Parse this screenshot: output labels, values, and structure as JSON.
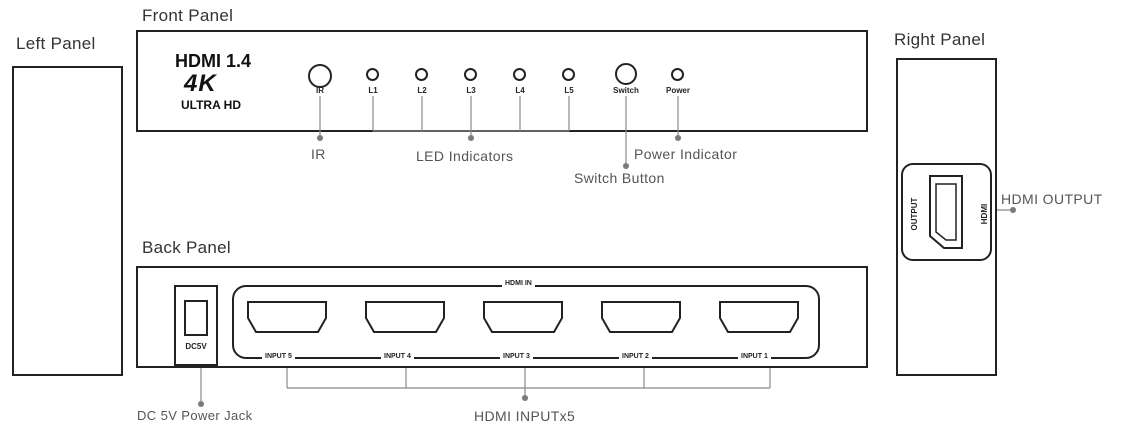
{
  "panels": {
    "left": "Left Panel",
    "front": "Front Panel",
    "back": "Back Panel",
    "right": "Right Panel"
  },
  "front": {
    "brand_line1": "HDMI 1.4",
    "brand_line2": "4K",
    "brand_line3": "ULTRA HD",
    "ir_label": "IR",
    "leds": [
      "L1",
      "L2",
      "L3",
      "L4",
      "L5"
    ],
    "switch_label": "Switch",
    "power_label": "Power"
  },
  "callouts": {
    "ir": "IR",
    "led_indicators": "LED Indicators",
    "switch_button": "Switch Button",
    "power_indicator": "Power Indicator",
    "hdmi_output": "HDMI OUTPUT",
    "dc_jack": "DC 5V Power Jack",
    "hdmi_inputs": "HDMI INPUTx5"
  },
  "back": {
    "dc_label": "DC5V",
    "hdmi_in_label": "HDMI IN",
    "inputs": [
      "INPUT 5",
      "INPUT 4",
      "INPUT 3",
      "INPUT 2",
      "INPUT 1"
    ]
  },
  "right": {
    "output_label": "OUTPUT",
    "hdmi_label": "HDMI"
  }
}
